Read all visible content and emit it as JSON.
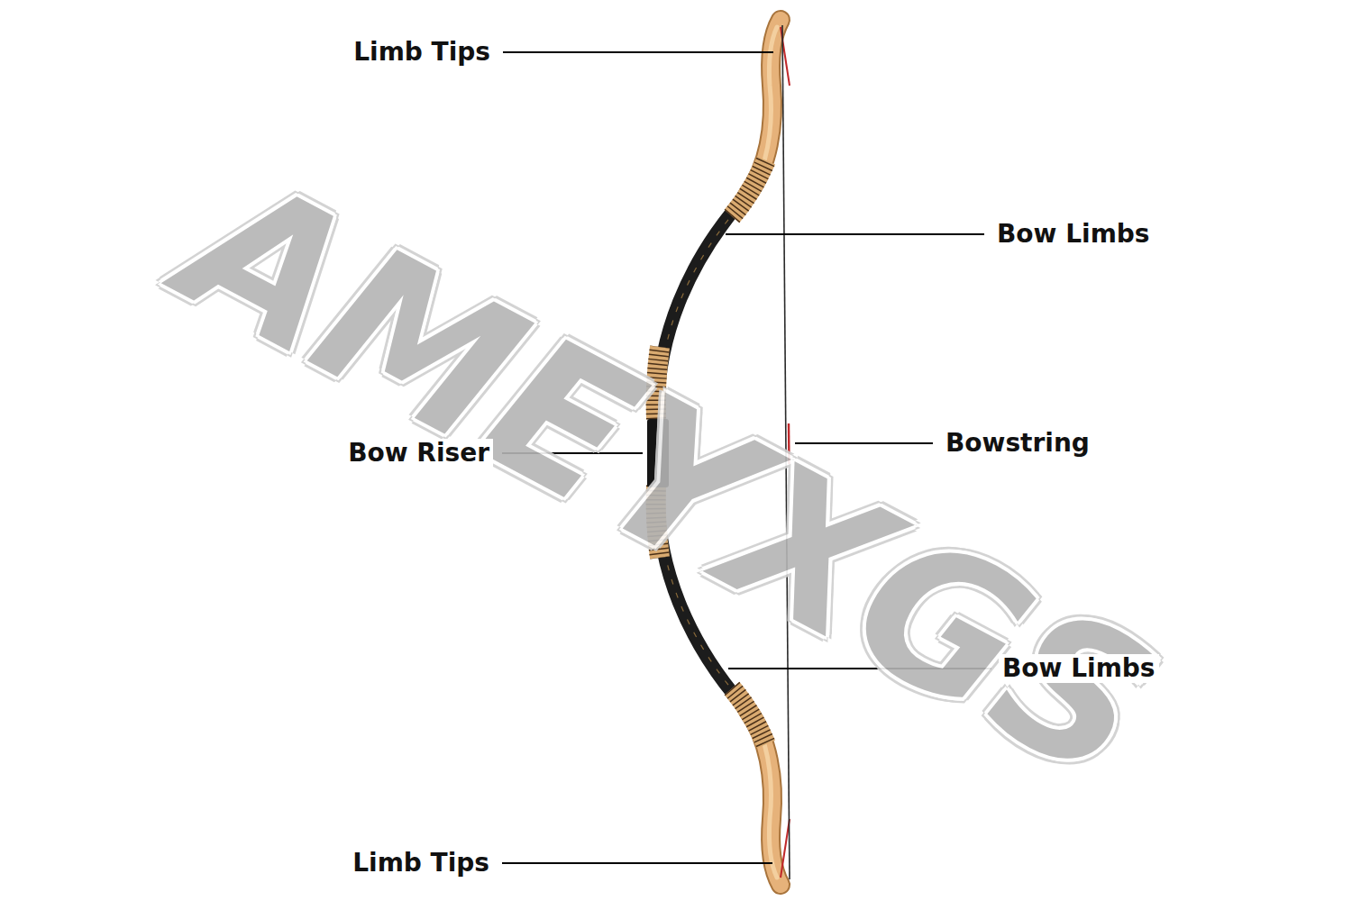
{
  "diagram": {
    "labels": [
      "Limb Tips",
      "Bow Limbs",
      "Bowstring",
      "Bow Riser",
      "Bow Limbs",
      "Limb Tips",
      "AMEYXGS"
    ]
  }
}
